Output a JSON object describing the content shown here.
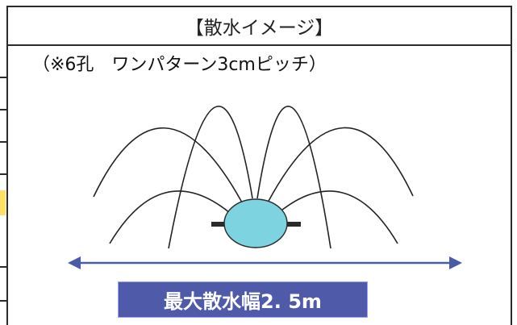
{
  "header": {
    "title": "【散水イメージ】"
  },
  "subtitle": "（※6孔　ワンパターン3cmピッチ）",
  "width_label": "最大散水幅2. 5m",
  "colors": {
    "nozzle_fill": "#7dd3df",
    "arrow": "#4a5ba8",
    "label_bg": "#4f5aa8",
    "lines": "#222222"
  }
}
